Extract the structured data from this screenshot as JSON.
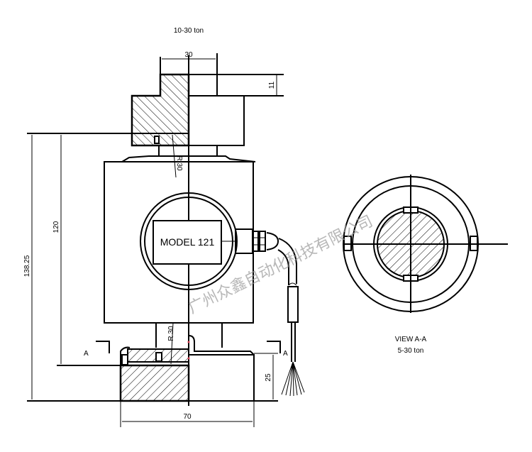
{
  "drawing": {
    "title": "10-30 ton",
    "model_label": "MODEL 121",
    "dimensions": {
      "top_width": "30",
      "top_height": "11",
      "total_height": "138.25",
      "body_height": "120",
      "base_height": "25",
      "base_width": "70",
      "radius_top": "R 30",
      "radius_bottom": "R 30"
    },
    "section_marks": {
      "left": "A",
      "right": "A"
    },
    "section_view": {
      "title": "VIEW A-A",
      "subtitle": "5-30 ton"
    },
    "watermark": "广州众鑫自动化科技有限公司",
    "colors": {
      "line": "#000000",
      "watermark": "#9a9a9a",
      "marker": "#d04050"
    }
  }
}
